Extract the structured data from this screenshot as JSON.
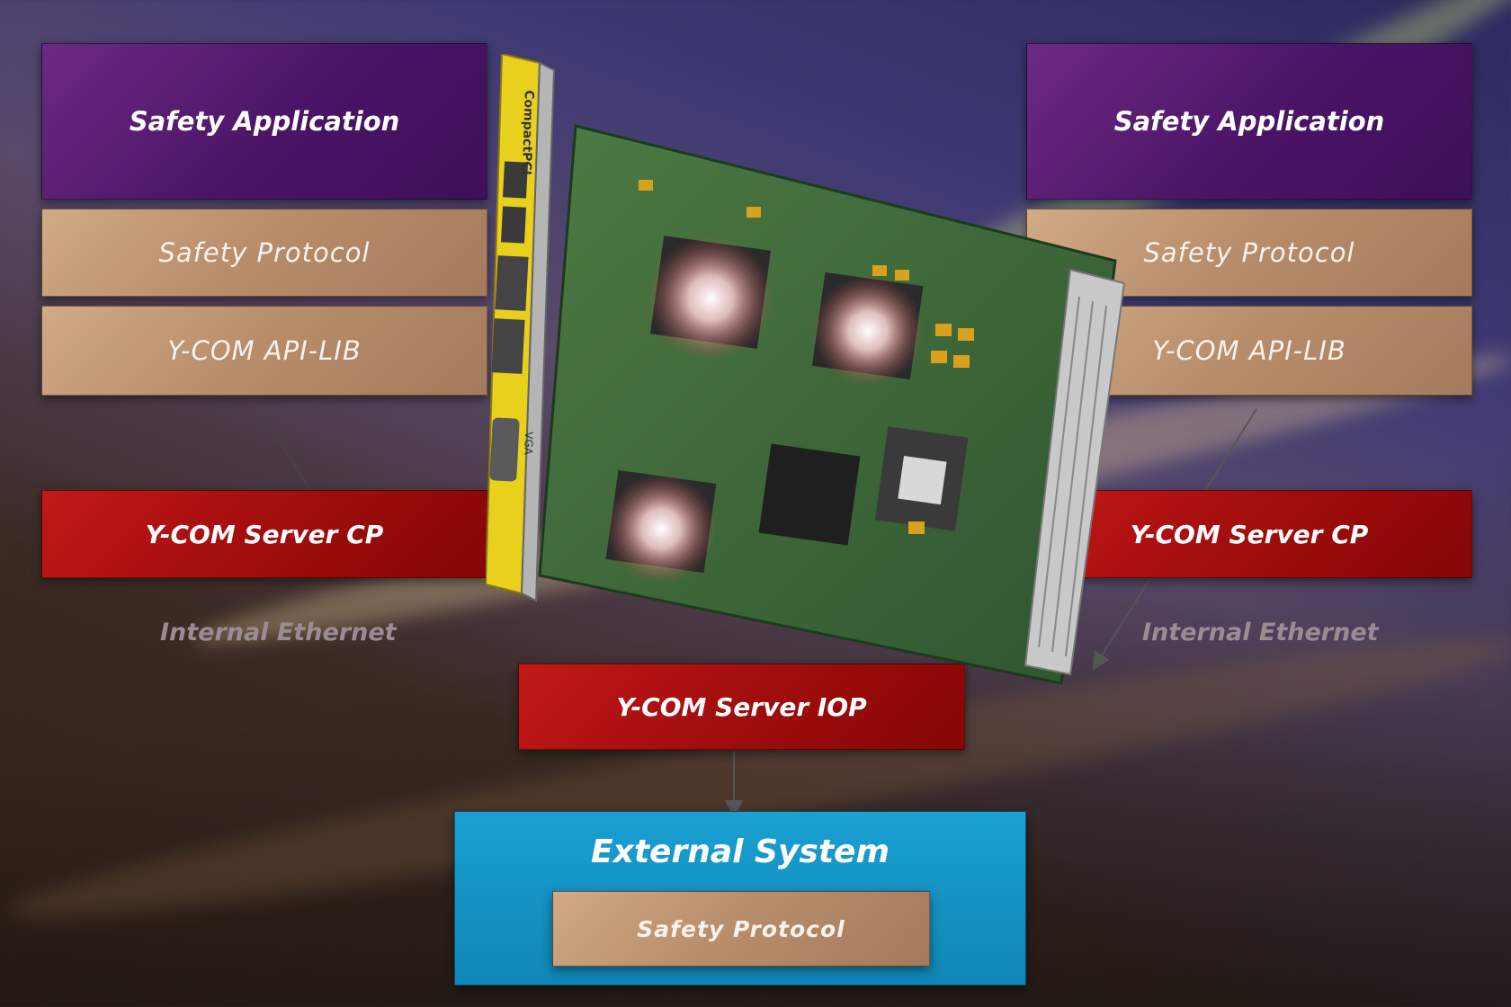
{
  "left_stack": {
    "application": "Safety Application",
    "protocol": "Safety Protocol",
    "api": "Y-COM API-LIB",
    "server": "Y-COM Server CP",
    "link": "Internal Ethernet"
  },
  "right_stack": {
    "application": "Safety Application",
    "protocol": "Safety Protocol",
    "api": "Y-COM API-LIB",
    "server": "Y-COM Server CP",
    "link": "Internal Ethernet"
  },
  "iop_server": "Y-COM Server IOP",
  "external": {
    "title": "External System",
    "protocol": "Safety Protocol"
  },
  "board": {
    "panel_brand": "CompactPCI",
    "port_label": "VGA"
  },
  "colors": {
    "application": "#4a1466",
    "protocol": "#b98e6c",
    "server": "#9e0c0c",
    "external": "#1290c2",
    "board_pcb": "#3f6a3a",
    "panel": "#e8d01c"
  }
}
